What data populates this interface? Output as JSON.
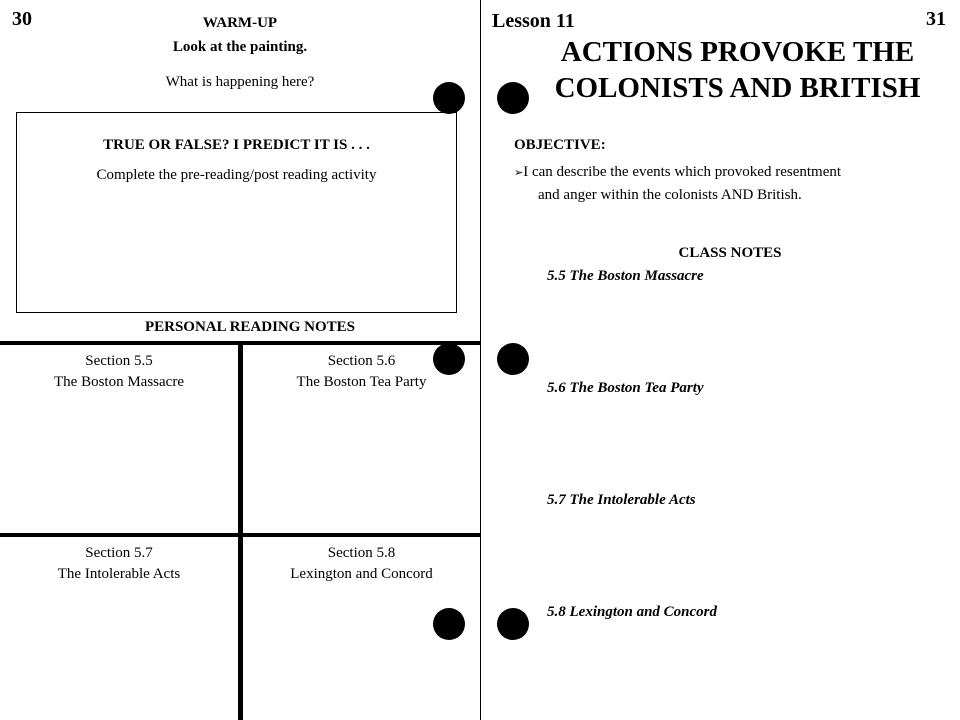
{
  "left_page": {
    "page_number": "30",
    "warmup": {
      "title": "WARM-UP",
      "instruction": "Look at the painting.",
      "question": "What is happening here?"
    },
    "true_false_box": {
      "title": "TRUE OR FALSE? I PREDICT IT IS . . .",
      "instruction": "Complete the pre-reading/post reading activity"
    },
    "reading_notes": {
      "heading": "PERSONAL READING NOTES",
      "sections": [
        {
          "number": "Section 5.5",
          "title": "The Boston Massacre"
        },
        {
          "number": "Section 5.6",
          "title": "The Boston Tea Party"
        },
        {
          "number": "Section 5.7",
          "title": "The Intolerable Acts"
        },
        {
          "number": "Section 5.8",
          "title": "Lexington and Concord"
        }
      ]
    }
  },
  "right_page": {
    "page_number": "31",
    "lesson": "Lesson 11",
    "title_line1": "ACTIONS PROVOKE THE",
    "title_line2": "COLONISTS AND BRITISH",
    "objective": {
      "label": "OBJECTIVE:",
      "bullet_icon": "arrow-bullet-icon",
      "line1": "I can describe the events which provoked resentment",
      "line2": "and anger within the colonists AND British."
    },
    "class_notes": {
      "heading": "CLASS NOTES",
      "items": [
        "5.5 The Boston Massacre",
        "5.6 The Boston Tea Party",
        "5.7 The Intolerable Acts",
        "5.8 Lexington and Concord"
      ]
    }
  }
}
